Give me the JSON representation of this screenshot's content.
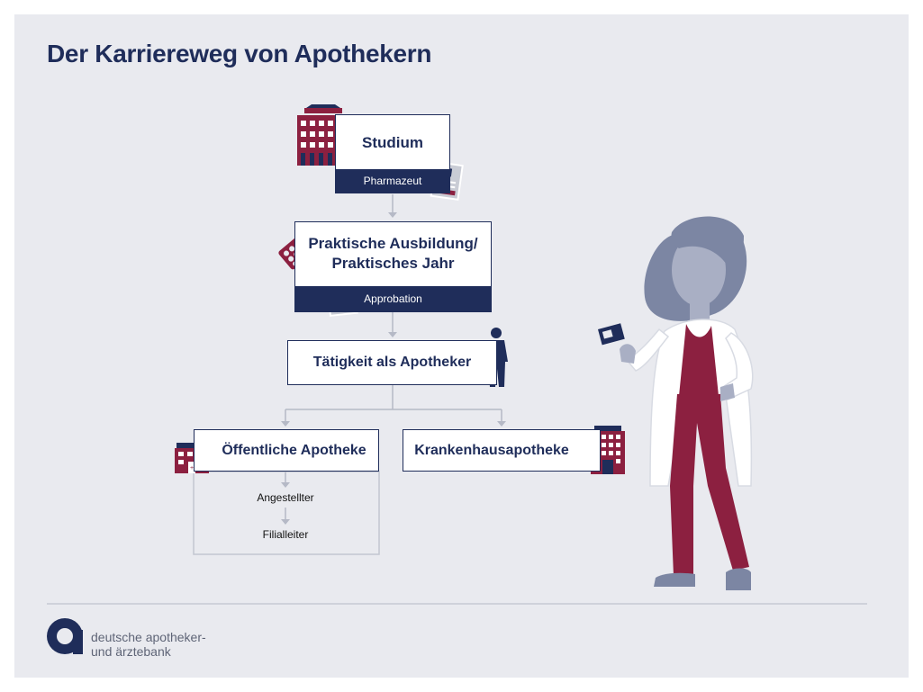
{
  "title": "Der Karriereweg von Apothekern",
  "nodes": {
    "studium": {
      "title": "Studium",
      "band": "Pharmazeut"
    },
    "ausbildung": {
      "title_line1": "Praktische Ausbildung/",
      "title_line2": "Praktisches Jahr",
      "band": "Approbation"
    },
    "taetigkeit": {
      "title": "Tätigkeit als Apotheker"
    },
    "oeffentliche": {
      "title": "Öffentliche Apotheke",
      "steps": [
        "Angestellter",
        "Filialleiter"
      ]
    },
    "kranken": {
      "title": "Krankenhausapotheke"
    }
  },
  "logo": {
    "line1": "deutsche apotheker-",
    "line2": "und ärztebank"
  },
  "colors": {
    "navy": "#1f2d5a",
    "wine": "#8c2040",
    "grey": "#9ea3b1",
    "panel": "#e9eaef"
  }
}
